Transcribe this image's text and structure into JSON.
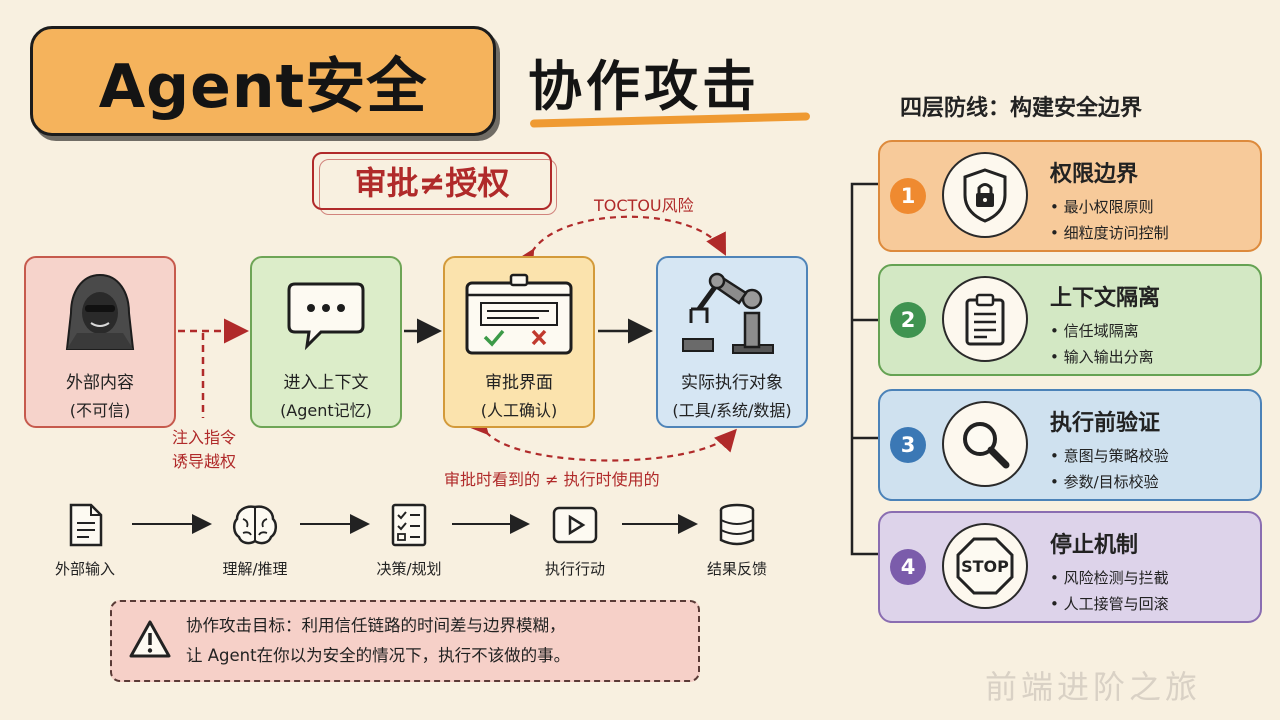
{
  "header": {
    "title": "Agent安全",
    "subtitle": "协作攻击"
  },
  "approval_tag": "审批≠授权",
  "toctou_label": "TOCTOU风险",
  "injection_labels": [
    "注入指令",
    "诱导越权"
  ],
  "mismatch_label": "审批时看到的 ≠ 执行时使用的",
  "flow_boxes": [
    {
      "line1": "外部内容",
      "line2": "(不可信)",
      "icon": "hooded-hacker-icon"
    },
    {
      "line1": "进入上下文",
      "line2": "(Agent记忆)",
      "icon": "chat-bubble-icon"
    },
    {
      "line1": "审批界面",
      "line2": "(人工确认)",
      "icon": "approval-window-icon"
    },
    {
      "line1": "实际执行对象",
      "line2": "(工具/系统/数据)",
      "icon": "robot-arm-icon"
    }
  ],
  "steps": [
    {
      "label": "外部输入",
      "icon": "document-icon"
    },
    {
      "label": "理解/推理",
      "icon": "brain-icon"
    },
    {
      "label": "决策/规划",
      "icon": "checklist-icon"
    },
    {
      "label": "执行行动",
      "icon": "play-button-icon"
    },
    {
      "label": "结果反馈",
      "icon": "database-icon"
    }
  ],
  "goal": {
    "line1": "协作攻击目标：利用信任链路的时间差与边界模糊，",
    "line2": "让 Agent在你以为安全的情况下，执行不该做的事。",
    "icon": "warning-icon"
  },
  "defense": {
    "title": "四层防线：构建安全边界",
    "layers": [
      {
        "num": "1",
        "title": "权限边界",
        "bullets": [
          "• 最小权限原则",
          "• 细粒度访问控制"
        ],
        "icon": "shield-lock-icon",
        "color": "#ef8a30"
      },
      {
        "num": "2",
        "title": "上下文隔离",
        "bullets": [
          "• 信任域隔离",
          "• 输入输出分离"
        ],
        "icon": "clipboard-icon",
        "color": "#3f9350"
      },
      {
        "num": "3",
        "title": "执行前验证",
        "bullets": [
          "• 意图与策略校验",
          "• 参数/目标校验"
        ],
        "icon": "magnifier-icon",
        "color": "#3b78b5"
      },
      {
        "num": "4",
        "title": "停止机制",
        "bullets": [
          "• 风险检测与拦截",
          "• 人工接管与回滚"
        ],
        "icon": "stop-sign-icon",
        "color": "#7b5cab",
        "stop_text": "STOP"
      }
    ]
  },
  "watermark": "前端进阶之旅",
  "colors": {
    "background": "#f8f0e0",
    "title_orange": "#f5b35c",
    "accent_red": "#b02a2a"
  }
}
